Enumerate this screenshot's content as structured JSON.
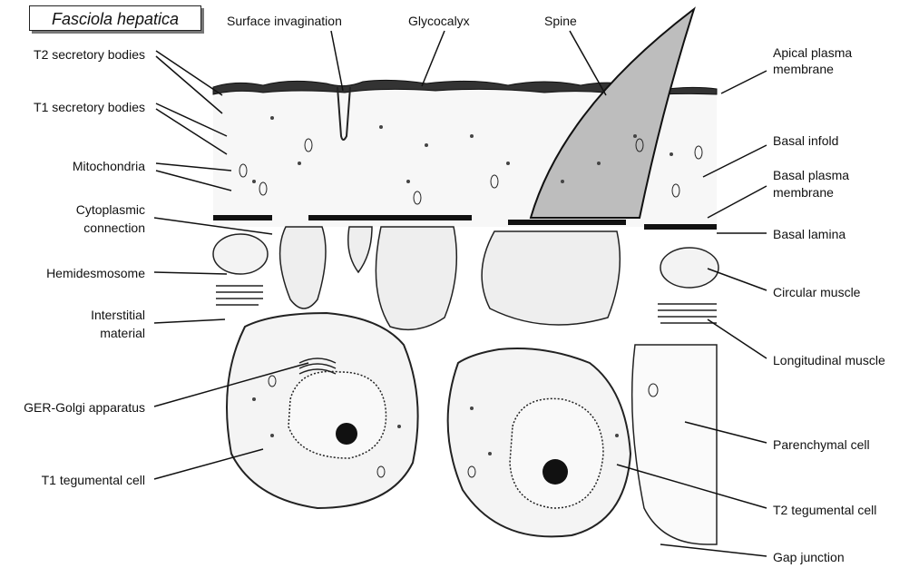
{
  "title": "Fasciola hepatica",
  "labels": {
    "t2_secretory": "T2 secretory bodies",
    "t1_secretory": "T1 secretory bodies",
    "mitochondria": "Mitochondria",
    "cytoplasmic_connection_1": "Cytoplasmic",
    "cytoplasmic_connection_2": "connection",
    "hemidesmosome": "Hemidesmosome",
    "interstitial_1": "Interstitial",
    "interstitial_2": "material",
    "ger_golgi": "GER-Golgi apparatus",
    "t1_tegumental": "T1 tegumental cell",
    "surface_invagination": "Surface invagination",
    "glycocalyx": "Glycocalyx",
    "spine": "Spine",
    "apical_pm_1": "Apical plasma",
    "apical_pm_2": "membrane",
    "basal_infold": "Basal infold",
    "basal_pm_1": "Basal plasma",
    "basal_pm_2": "membrane",
    "basal_lamina": "Basal lamina",
    "circular_muscle": "Circular muscle",
    "longitudinal_muscle": "Longitudinal muscle",
    "parenchymal_cell": "Parenchymal cell",
    "t2_tegumental": "T2 tegumental cell",
    "gap_junction": "Gap junction"
  },
  "colors": {
    "ink": "#111111",
    "stipple": "#9a9a9a",
    "spine": "#bdbdbd",
    "cell_fill": "#eeeeee"
  }
}
